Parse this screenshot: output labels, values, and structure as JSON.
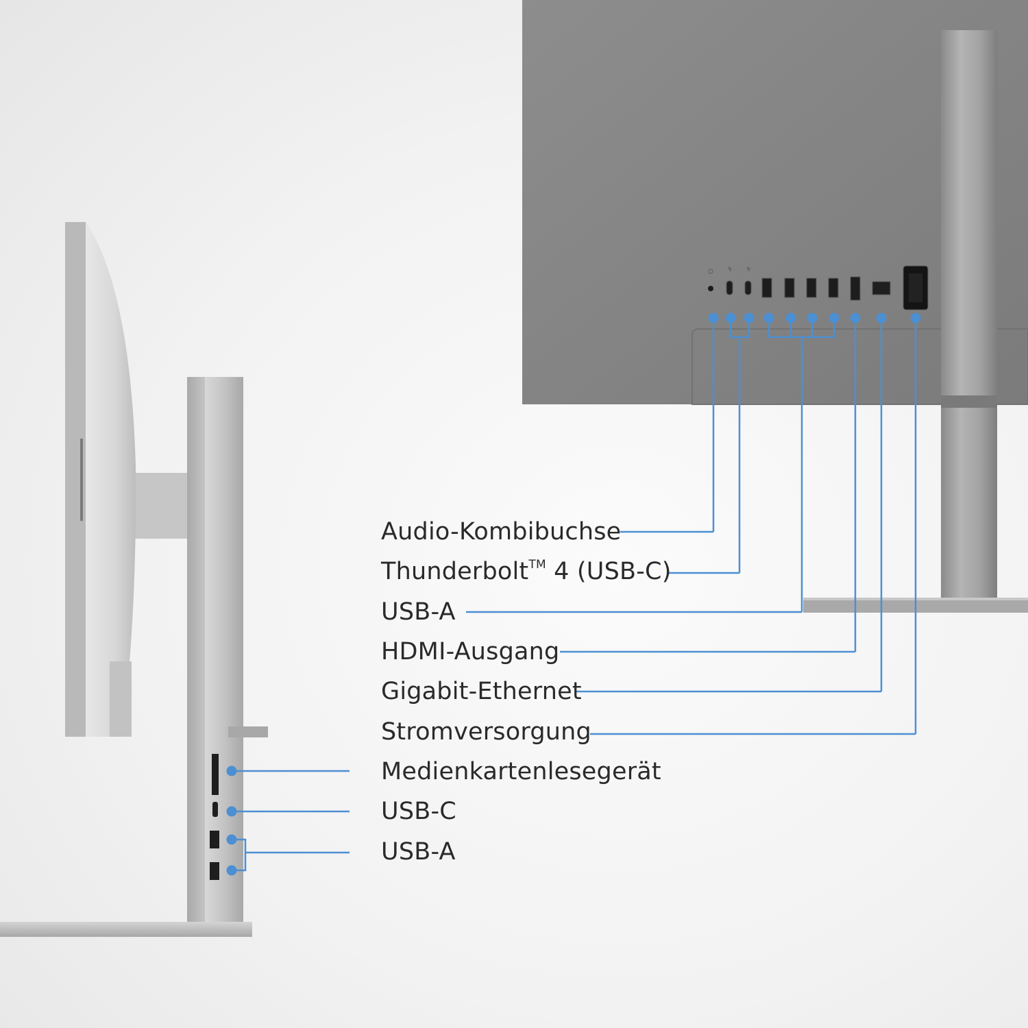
{
  "accent_color": "#4c8fd2",
  "back_labels": {
    "audio": "Audio-Kombibuchse",
    "thunderbolt_prefix": "Thunderbolt",
    "thunderbolt_tm": "TM",
    "thunderbolt_suffix": " 4 (USB-C)",
    "usb_a": "USB-A",
    "hdmi": "HDMI-Ausgang",
    "ethernet": "Gigabit-Ethernet",
    "power": "Stromversorgung"
  },
  "side_labels": {
    "card_reader": "Medienkartenlesegerät",
    "usb_c": "USB-C",
    "usb_a": "USB-A"
  },
  "icons": [
    "audio-jack-icon",
    "thunderbolt-icon",
    "usb-icon",
    "hdmi-icon",
    "ethernet-icon",
    "power-icon",
    "sd-card-icon"
  ]
}
